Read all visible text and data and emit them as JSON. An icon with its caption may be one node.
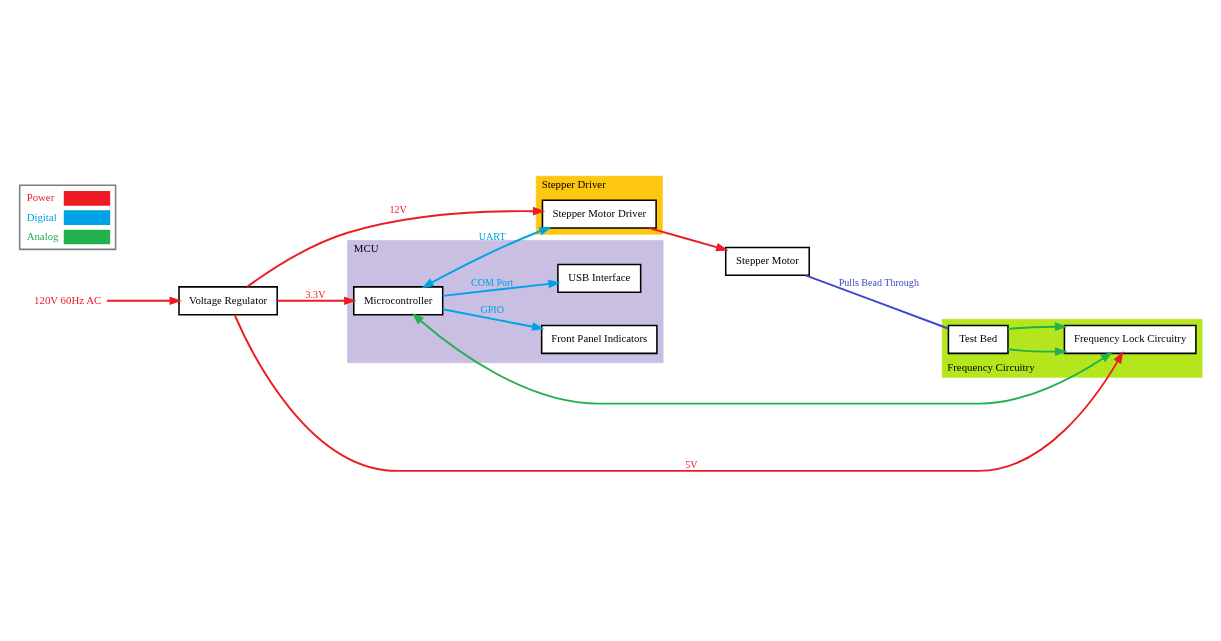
{
  "diagram": {
    "nodes": [
      {
        "text": [
          "120V 60Hz AC"
        ]
      },
      {
        "text": [
          "Voltage Regulator"
        ]
      },
      {
        "text": [
          "Stepper Driver"
        ]
      },
      {
        "text": [
          "Stepper Motor Driver"
        ],
        "in": 2
      },
      {
        "text": [
          "Stepper Motor"
        ]
      },
      {
        "text": [
          "MCU"
        ]
      },
      {
        "text": [
          "Front Panel Indicators"
        ],
        "in": 5
      },
      {
        "text": [
          "Microcontroller"
        ],
        "in": 5
      },
      {
        "text": [
          "USB Interface"
        ],
        "in": 5
      },
      {
        "text": [
          "Frequency Circuitry"
        ]
      },
      {
        "text": [
          "Frequency Lock Circuitry"
        ],
        "in": 9
      },
      {
        "text": [
          "Test Bed"
        ],
        "in": 9
      }
    ],
    "edges": [
      {
        "from": 0,
        "to": 1,
        "arrow": "to"
      },
      {
        "from": 1,
        "to": 3,
        "arrow": "to",
        "label": "12V"
      },
      {
        "from": 1,
        "to": 7,
        "arrow": "to",
        "label": "3.3V"
      },
      {
        "from": 1,
        "to": 10,
        "arrow": "to",
        "label": "5V"
      },
      {
        "from": 3,
        "to": 4,
        "arrow": "to"
      },
      {
        "from": 7,
        "to": 3,
        "arrow": "both",
        "label": "UART",
        "color": "#00a2e8"
      },
      {
        "from": 7,
        "to": 6,
        "arrow": "to",
        "label": "GPIO",
        "color": "#00a2e8"
      },
      {
        "from": 7,
        "to": 8,
        "arrow": "to",
        "label": "COM Port",
        "color": "#00a2e8"
      },
      {
        "from": 7,
        "to": 10,
        "arrow": "both",
        "color": "#22b14c"
      },
      {
        "from": 11,
        "to": 10,
        "arrow": "to",
        "color": "#22b14c"
      },
      {
        "from": 11,
        "to": 10,
        "arrow": "to",
        "color": "#22b14c"
      },
      {
        "from": 4,
        "to": 11,
        "arrow": "none",
        "label": "Pulls Bead Through",
        "color": "#3f48cc"
      }
    ],
    "legend": [
      {
        "text": "Power",
        "color": "#ed1c24"
      },
      {
        "text": "Digital",
        "color": "#00a2e8"
      },
      {
        "text": "Analog",
        "color": "#22b14c"
      }
    ]
  }
}
